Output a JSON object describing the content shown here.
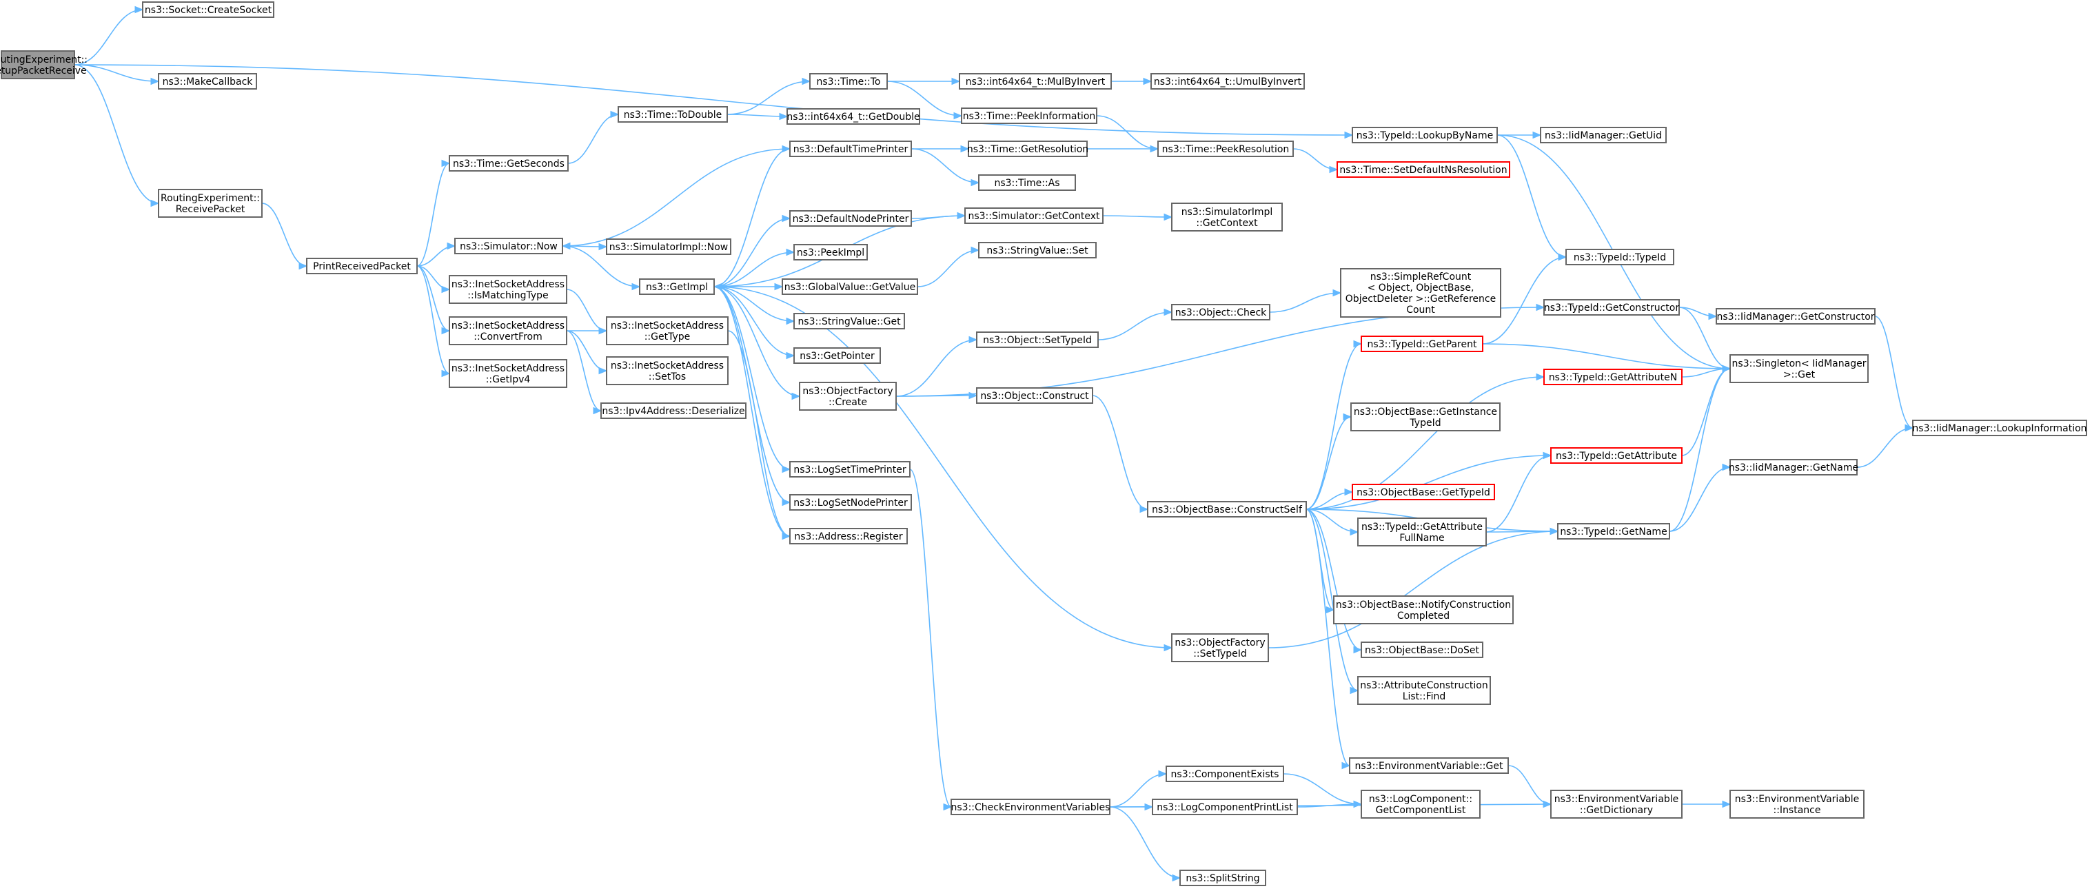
{
  "nodes": [
    {
      "id": "root",
      "lines": [
        "RoutingExperiment::",
        "SetupPacketReceive"
      ],
      "style": "root"
    },
    {
      "id": "createsocket",
      "lines": [
        "ns3::Socket::CreateSocket"
      ]
    },
    {
      "id": "makecallback",
      "lines": [
        "ns3::MakeCallback"
      ]
    },
    {
      "id": "receivepacket",
      "lines": [
        "RoutingExperiment::",
        "ReceivePacket"
      ]
    },
    {
      "id": "printreceived",
      "lines": [
        "PrintReceivedPacket"
      ]
    },
    {
      "id": "getseconds",
      "lines": [
        "ns3::Time::GetSeconds"
      ]
    },
    {
      "id": "simnow",
      "lines": [
        "ns3::Simulator::Now"
      ]
    },
    {
      "id": "ismatching",
      "lines": [
        "ns3::InetSocketAddress",
        "::IsMatchingType"
      ]
    },
    {
      "id": "convertfrom",
      "lines": [
        "ns3::InetSocketAddress",
        "::ConvertFrom"
      ]
    },
    {
      "id": "getipv4",
      "lines": [
        "ns3::InetSocketAddress",
        "::GetIpv4"
      ]
    },
    {
      "id": "todouble",
      "lines": [
        "ns3::Time::ToDouble"
      ]
    },
    {
      "id": "simimplnow",
      "lines": [
        "ns3::SimulatorImpl::Now"
      ]
    },
    {
      "id": "getimpl",
      "lines": [
        "ns3::GetImpl"
      ]
    },
    {
      "id": "gettype",
      "lines": [
        "ns3::InetSocketAddress",
        "::GetType"
      ]
    },
    {
      "id": "settos",
      "lines": [
        "ns3::InetSocketAddress",
        "::SetTos"
      ]
    },
    {
      "id": "ipv4deser",
      "lines": [
        "ns3::Ipv4Address::Deserialize"
      ]
    },
    {
      "id": "timeto",
      "lines": [
        "ns3::Time::To"
      ]
    },
    {
      "id": "int64getdouble",
      "lines": [
        "ns3::int64x64_t::GetDouble"
      ]
    },
    {
      "id": "defaulttimeprinter",
      "lines": [
        "ns3::DefaultTimePrinter"
      ]
    },
    {
      "id": "defaultnodeprinter",
      "lines": [
        "ns3::DefaultNodePrinter"
      ]
    },
    {
      "id": "peekimpl",
      "lines": [
        "ns3::PeekImpl"
      ]
    },
    {
      "id": "globalgetvalue",
      "lines": [
        "ns3::GlobalValue::GetValue"
      ]
    },
    {
      "id": "stringget",
      "lines": [
        "ns3::StringValue::Get"
      ]
    },
    {
      "id": "getpointer",
      "lines": [
        "ns3::GetPointer"
      ]
    },
    {
      "id": "objfactorycreate",
      "lines": [
        "ns3::ObjectFactory",
        "::Create"
      ]
    },
    {
      "id": "logsettimeprinter",
      "lines": [
        "ns3::LogSetTimePrinter"
      ]
    },
    {
      "id": "logsetnodeprinter",
      "lines": [
        "ns3::LogSetNodePrinter"
      ]
    },
    {
      "id": "addressregister",
      "lines": [
        "ns3::Address::Register"
      ]
    },
    {
      "id": "mulbyinvert",
      "lines": [
        "ns3::int64x64_t::MulByInvert"
      ]
    },
    {
      "id": "umulbyinvert",
      "lines": [
        "ns3::int64x64_t::UmulByInvert"
      ]
    },
    {
      "id": "peekinformation",
      "lines": [
        "ns3::Time::PeekInformation"
      ]
    },
    {
      "id": "getresolution",
      "lines": [
        "ns3::Time::GetResolution"
      ]
    },
    {
      "id": "timeas",
      "lines": [
        "ns3::Time::As"
      ]
    },
    {
      "id": "simgetcontext",
      "lines": [
        "ns3::Simulator::GetContext"
      ]
    },
    {
      "id": "stringset",
      "lines": [
        "ns3::StringValue::Set"
      ]
    },
    {
      "id": "objsettypeid",
      "lines": [
        "ns3::Object::SetTypeId"
      ]
    },
    {
      "id": "objconstruct",
      "lines": [
        "ns3::Object::Construct"
      ]
    },
    {
      "id": "checkenv",
      "lines": [
        "ns3::CheckEnvironmentVariables"
      ]
    },
    {
      "id": "peekresolution",
      "lines": [
        "ns3::Time::PeekResolution"
      ]
    },
    {
      "id": "simimplgetcontext",
      "lines": [
        "ns3::SimulatorImpl",
        "::GetContext"
      ]
    },
    {
      "id": "objcheck",
      "lines": [
        "ns3::Object::Check"
      ]
    },
    {
      "id": "objbaseconstructself",
      "lines": [
        "ns3::ObjectBase::ConstructSelf"
      ]
    },
    {
      "id": "objfactorysettypeid",
      "lines": [
        "ns3::ObjectFactory",
        "::SetTypeId"
      ]
    },
    {
      "id": "componentexists",
      "lines": [
        "ns3::ComponentExists"
      ]
    },
    {
      "id": "logcomponentprintlist",
      "lines": [
        "ns3::LogComponentPrintList"
      ]
    },
    {
      "id": "splitstring",
      "lines": [
        "ns3::SplitString"
      ]
    },
    {
      "id": "lookupbyname",
      "lines": [
        "ns3::TypeId::LookupByName"
      ]
    },
    {
      "id": "setdefaultnsres",
      "lines": [
        "ns3::Time::SetDefaultNsResolution"
      ],
      "style": "red"
    },
    {
      "id": "simplerefcount",
      "lines": [
        "ns3::SimpleRefCount",
        "< Object, ObjectBase,",
        "ObjectDeleter >::GetReference",
        "Count"
      ]
    },
    {
      "id": "typeidgetparent",
      "lines": [
        "ns3::TypeId::GetParent"
      ],
      "style": "red"
    },
    {
      "id": "getinstancetypeid",
      "lines": [
        "ns3::ObjectBase::GetInstance",
        "TypeId"
      ]
    },
    {
      "id": "objbasegettypeid",
      "lines": [
        "ns3::ObjectBase::GetTypeId"
      ],
      "style": "red"
    },
    {
      "id": "getattributefullname",
      "lines": [
        "ns3::TypeId::GetAttribute",
        "FullName"
      ]
    },
    {
      "id": "notifyconstruction",
      "lines": [
        "ns3::ObjectBase::NotifyConstruction",
        "Completed"
      ]
    },
    {
      "id": "objbasedoset",
      "lines": [
        "ns3::ObjectBase::DoSet"
      ]
    },
    {
      "id": "attrconstructionfind",
      "lines": [
        "ns3::AttributeConstruction",
        "List::Find"
      ]
    },
    {
      "id": "envget",
      "lines": [
        "ns3::EnvironmentVariable::Get"
      ]
    },
    {
      "id": "getcomponentlist",
      "lines": [
        "ns3::LogComponent::",
        "GetComponentList"
      ]
    },
    {
      "id": "iidgetuid",
      "lines": [
        "ns3::IidManager::GetUid"
      ]
    },
    {
      "id": "typeidtypeid",
      "lines": [
        "ns3::TypeId::TypeId"
      ]
    },
    {
      "id": "typeidgetconstructor",
      "lines": [
        "ns3::TypeId::GetConstructor"
      ]
    },
    {
      "id": "typeidgetattributen",
      "lines": [
        "ns3::TypeId::GetAttributeN"
      ],
      "style": "red"
    },
    {
      "id": "typeidgetattribute",
      "lines": [
        "ns3::TypeId::GetAttribute"
      ],
      "style": "red"
    },
    {
      "id": "typeidgetname",
      "lines": [
        "ns3::TypeId::GetName"
      ]
    },
    {
      "id": "envgetdictionary",
      "lines": [
        "ns3::EnvironmentVariable",
        "::GetDictionary"
      ]
    },
    {
      "id": "iidgetconstructor",
      "lines": [
        "ns3::IidManager::GetConstructor"
      ]
    },
    {
      "id": "singletonget",
      "lines": [
        "ns3::Singleton< IidManager",
        ">::Get"
      ]
    },
    {
      "id": "iidgetname",
      "lines": [
        "ns3::IidManager::GetName"
      ]
    },
    {
      "id": "envinstance",
      "lines": [
        "ns3::EnvironmentVariable",
        "::Instance"
      ]
    },
    {
      "id": "iidlookupinfo",
      "lines": [
        "ns3::IidManager::LookupInformation"
      ]
    }
  ],
  "edges": [
    [
      "root",
      "createsocket"
    ],
    [
      "root",
      "makecallback"
    ],
    [
      "root",
      "receivepacket"
    ],
    [
      "root",
      "lookupbyname"
    ],
    [
      "receivepacket",
      "printreceived"
    ],
    [
      "printreceived",
      "getseconds"
    ],
    [
      "printreceived",
      "simnow"
    ],
    [
      "printreceived",
      "ismatching"
    ],
    [
      "printreceived",
      "convertfrom"
    ],
    [
      "printreceived",
      "getipv4"
    ],
    [
      "getseconds",
      "todouble"
    ],
    [
      "simnow",
      "simimplnow"
    ],
    [
      "simnow",
      "getimpl"
    ],
    [
      "ismatching",
      "gettype"
    ],
    [
      "convertfrom",
      "gettype"
    ],
    [
      "convertfrom",
      "settos"
    ],
    [
      "convertfrom",
      "ipv4deser"
    ],
    [
      "gettype",
      "addressregister"
    ],
    [
      "todouble",
      "timeto"
    ],
    [
      "todouble",
      "int64getdouble"
    ],
    [
      "timeto",
      "mulbyinvert"
    ],
    [
      "timeto",
      "peekinformation"
    ],
    [
      "mulbyinvert",
      "umulbyinvert"
    ],
    [
      "peekinformation",
      "peekresolution"
    ],
    [
      "getimpl",
      "defaulttimeprinter"
    ],
    [
      "getimpl",
      "defaultnodeprinter"
    ],
    [
      "getimpl",
      "peekimpl"
    ],
    [
      "getimpl",
      "globalgetvalue"
    ],
    [
      "getimpl",
      "stringget"
    ],
    [
      "getimpl",
      "getpointer"
    ],
    [
      "getimpl",
      "objfactorycreate"
    ],
    [
      "getimpl",
      "logsettimeprinter"
    ],
    [
      "getimpl",
      "logsetnodeprinter"
    ],
    [
      "getimpl",
      "addressregister"
    ],
    [
      "getimpl",
      "objfactorysettypeid"
    ],
    [
      "defaulttimeprinter",
      "getresolution"
    ],
    [
      "defaulttimeprinter",
      "timeas"
    ],
    [
      "defaulttimeprinter",
      "simnow"
    ],
    [
      "defaultnodeprinter",
      "simgetcontext"
    ],
    [
      "getresolution",
      "peekresolution"
    ],
    [
      "simgetcontext",
      "getimpl"
    ],
    [
      "simgetcontext",
      "simimplgetcontext"
    ],
    [
      "globalgetvalue",
      "stringset"
    ],
    [
      "objfactorycreate",
      "typeidgetconstructor"
    ],
    [
      "objfactorycreate",
      "objsettypeid"
    ],
    [
      "objfactorycreate",
      "objconstruct"
    ],
    [
      "objsettypeid",
      "objcheck"
    ],
    [
      "objcheck",
      "simplerefcount"
    ],
    [
      "objconstruct",
      "objbaseconstructself"
    ],
    [
      "logsettimeprinter",
      "checkenv"
    ],
    [
      "checkenv",
      "componentexists"
    ],
    [
      "checkenv",
      "logcomponentprintlist"
    ],
    [
      "checkenv",
      "splitstring"
    ],
    [
      "checkenv",
      "envgetdictionary"
    ],
    [
      "componentexists",
      "getcomponentlist"
    ],
    [
      "logcomponentprintlist",
      "getcomponentlist"
    ],
    [
      "peekresolution",
      "setdefaultnsres"
    ],
    [
      "objbaseconstructself",
      "typeidgetparent"
    ],
    [
      "objbaseconstructself",
      "getinstancetypeid"
    ],
    [
      "objbaseconstructself",
      "objbasegettypeid"
    ],
    [
      "objbaseconstructself",
      "getattributefullname"
    ],
    [
      "objbaseconstructself",
      "notifyconstruction"
    ],
    [
      "objbaseconstructself",
      "objbasedoset"
    ],
    [
      "objbaseconstructself",
      "attrconstructionfind"
    ],
    [
      "objbaseconstructself",
      "envget"
    ],
    [
      "objbaseconstructself",
      "typeidgetattributen"
    ],
    [
      "objbaseconstructself",
      "typeidgetattribute"
    ],
    [
      "objbaseconstructself",
      "typeidgetname"
    ],
    [
      "objfactorysettypeid",
      "typeidgetname"
    ],
    [
      "typeidgetparent",
      "typeidtypeid"
    ],
    [
      "typeidgetparent",
      "singletonget"
    ],
    [
      "getattributefullname",
      "typeidgetattribute"
    ],
    [
      "getattributefullname",
      "typeidgetname"
    ],
    [
      "envget",
      "envgetdictionary"
    ],
    [
      "lookupbyname",
      "iidgetuid"
    ],
    [
      "lookupbyname",
      "typeidtypeid"
    ],
    [
      "lookupbyname",
      "singletonget"
    ],
    [
      "typeidgetconstructor",
      "iidgetconstructor"
    ],
    [
      "typeidgetconstructor",
      "singletonget"
    ],
    [
      "typeidgetattributen",
      "singletonget"
    ],
    [
      "typeidgetattribute",
      "singletonget"
    ],
    [
      "typeidgetname",
      "singletonget"
    ],
    [
      "typeidgetname",
      "iidgetname"
    ],
    [
      "envgetdictionary",
      "envinstance"
    ],
    [
      "iidgetconstructor",
      "iidlookupinfo"
    ],
    [
      "iidgetname",
      "iidlookupinfo"
    ]
  ]
}
